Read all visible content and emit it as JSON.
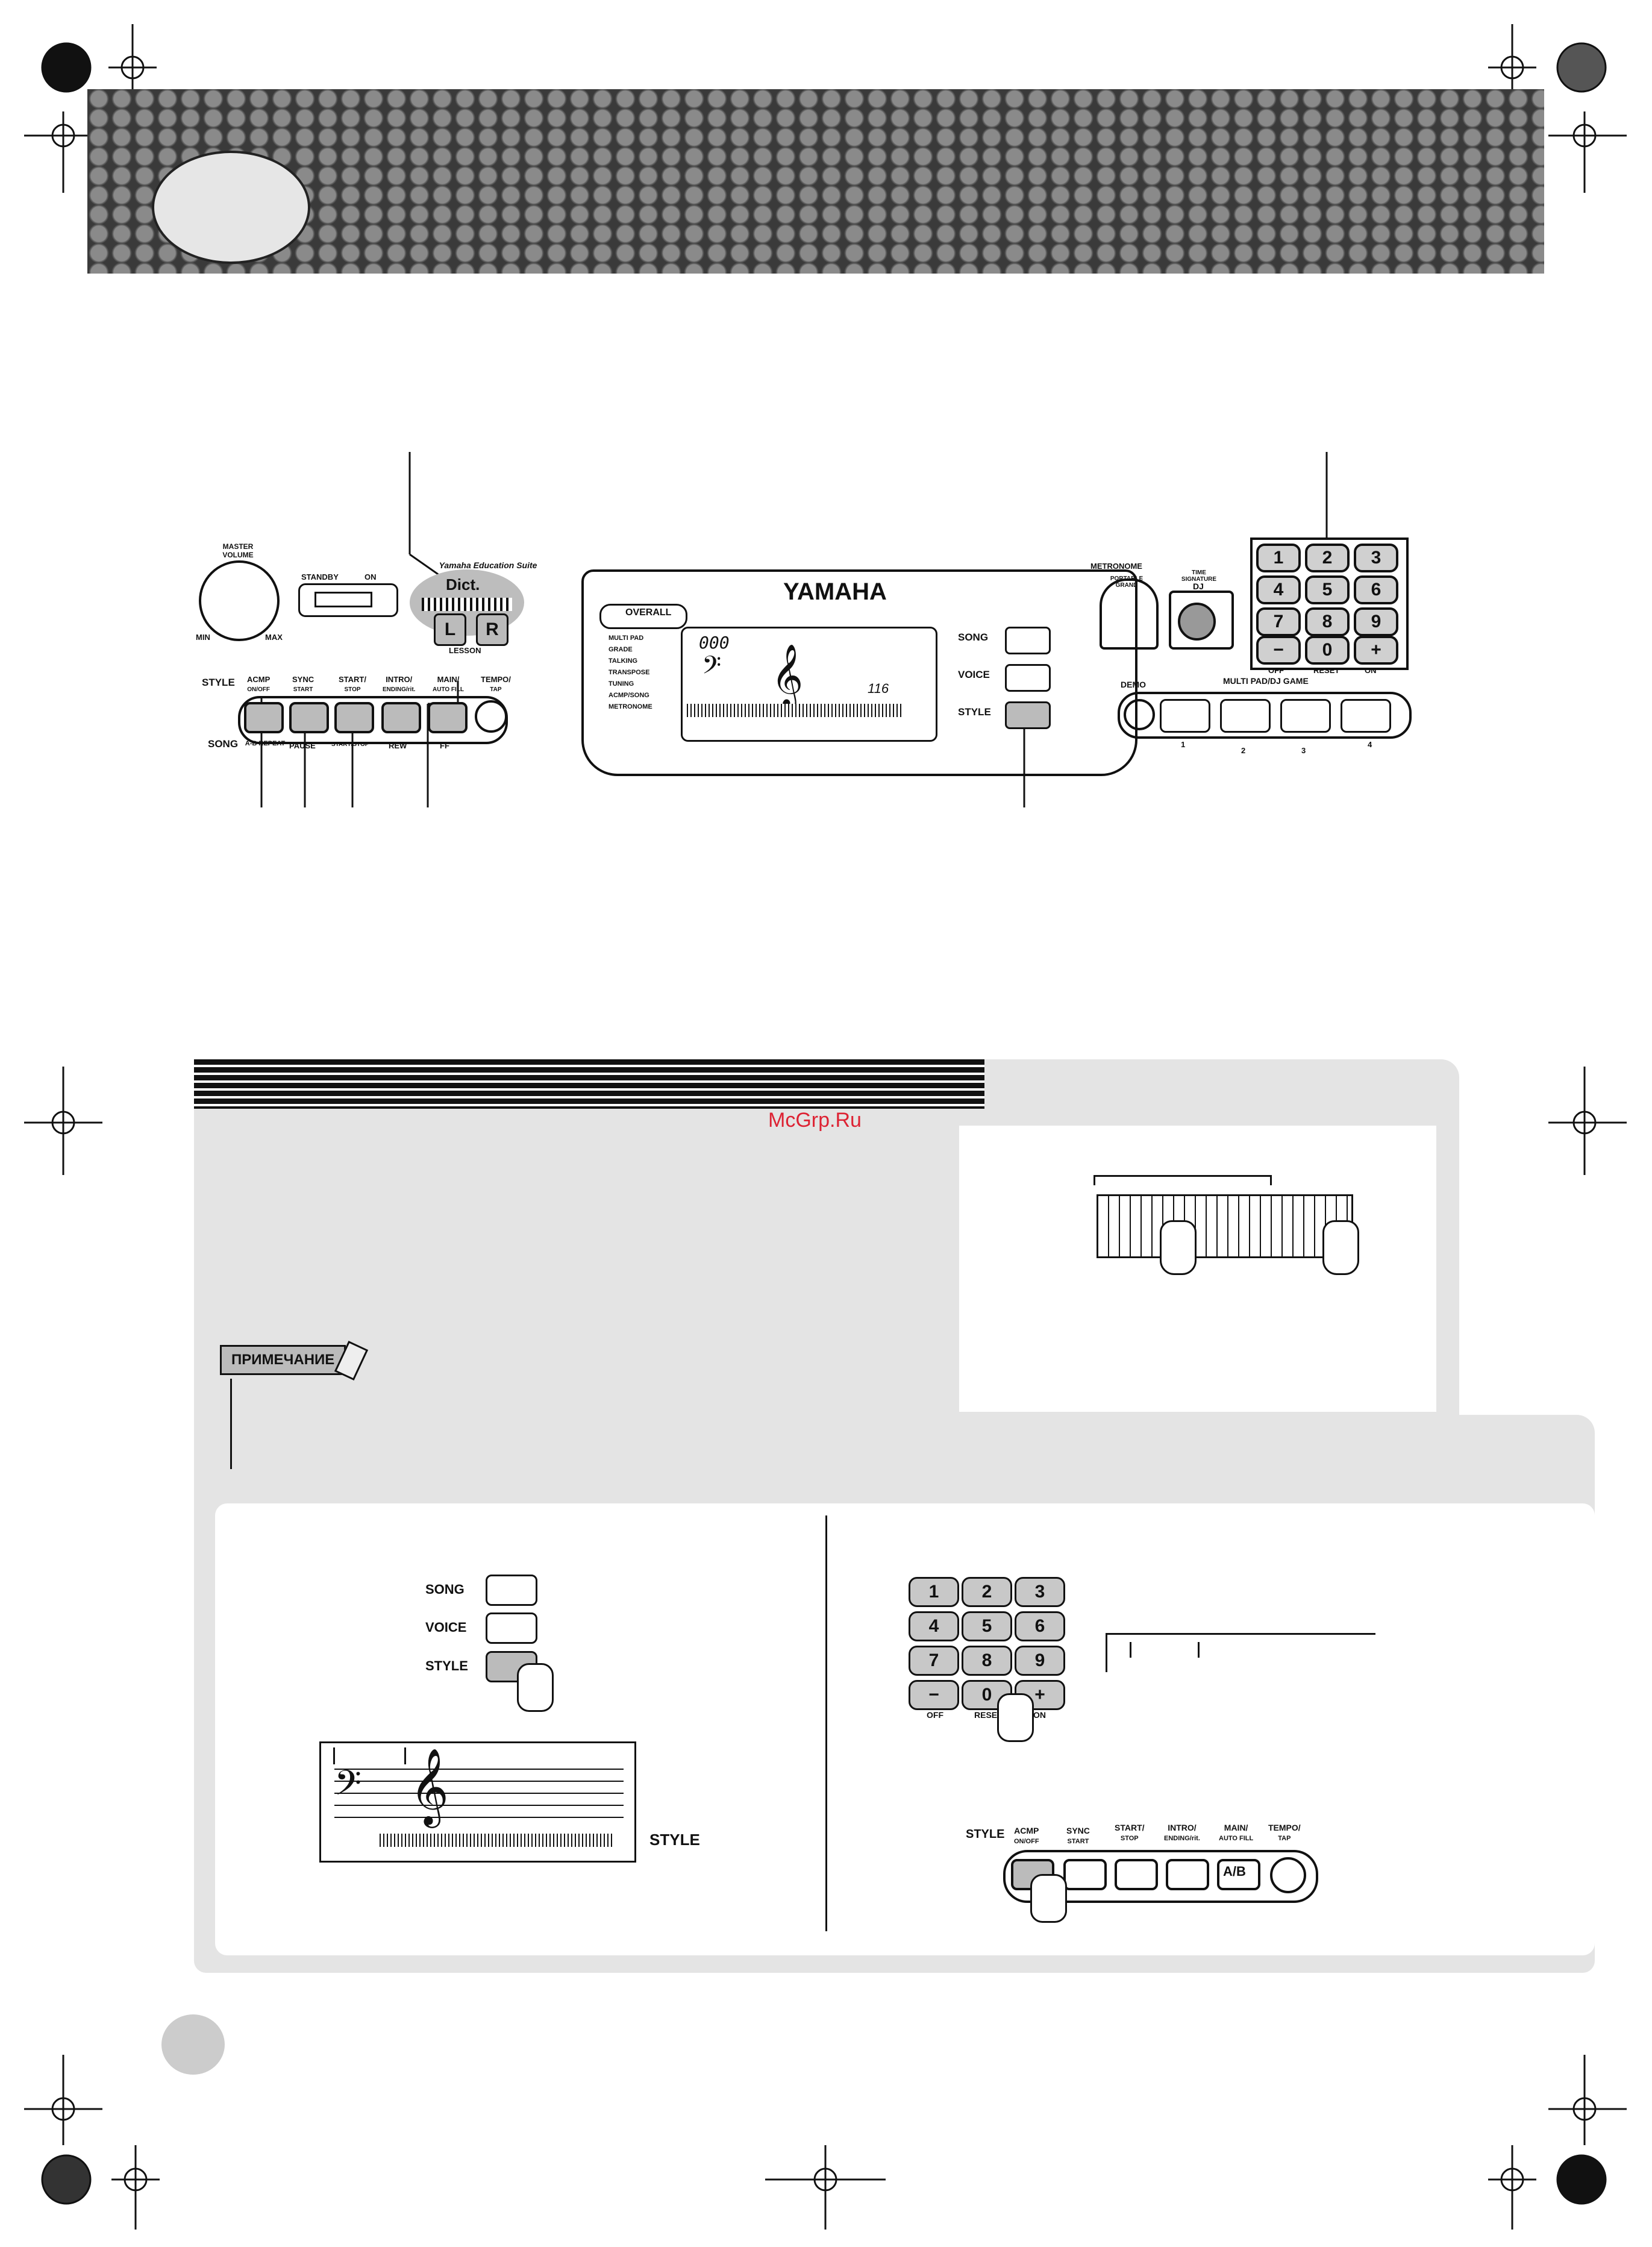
{
  "header": {
    "stripe_label": ""
  },
  "panel": {
    "master_volume": "MASTER VOLUME",
    "vol_min": "MIN",
    "vol_max": "MAX",
    "standby": "STANDBY",
    "on": "ON",
    "education_suite": "Yamaha Education Suite",
    "dict": "Dict.",
    "lesson_l": "L",
    "lesson_r": "R",
    "lesson": "LESSON",
    "style_label": "STYLE",
    "song_label": "SONG",
    "acmp": "ACMP",
    "acmp_sub": "ON/OFF",
    "sync": "SYNC",
    "sync_sub": "START",
    "startstop": "START/",
    "startstop_sub": "STOP",
    "intro": "INTRO/",
    "intro_sub": "ENDING/rit.",
    "main": "MAIN/",
    "main_sub": "AUTO FILL",
    "tempo": "TEMPO/",
    "tempo_sub": "TAP",
    "ab_repeat": "A-B REPEAT",
    "pause": "PAUSE",
    "start_stop2": "START/STOP",
    "rew": "REW",
    "ff": "FF",
    "brand": "YAMAHA",
    "overall": "OVERALL",
    "menu": [
      "MULTI PAD",
      "GRADE",
      "TALKING",
      "TRANSPOSE",
      "TUNING",
      "ACMP/SONG",
      "METRONOME"
    ],
    "lcd_num": "000",
    "lcd_tempo": "116",
    "song_btn": "SONG",
    "voice_btn": "VOICE",
    "style_btn": "STYLE",
    "metronome": "METRONOME",
    "portable_grand": "PORTABLE GRAND",
    "time_signature": "TIME SIGNATURE",
    "dj": "DJ",
    "keypad": [
      "1",
      "2",
      "3",
      "4",
      "5",
      "6",
      "7",
      "8",
      "9",
      "−",
      "0",
      "+"
    ],
    "off": "OFF",
    "reset": "RESET",
    "on2": "ON",
    "demo": "DEMO",
    "multipad": "MULTI PAD/DJ GAME",
    "pads": [
      "1",
      "2",
      "3",
      "4"
    ]
  },
  "section": {
    "watermark": "McGrp.Ru",
    "note_label": "ПРИМЕЧАНИЕ"
  },
  "step_left": {
    "song": "SONG",
    "voice": "VOICE",
    "style": "STYLE",
    "lcd_style": "STYLE"
  },
  "step_right": {
    "keypad": [
      "1",
      "2",
      "3",
      "4",
      "5",
      "6",
      "7",
      "8",
      "9",
      "−",
      "0",
      "+"
    ],
    "off": "OFF",
    "reset": "RESET",
    "on": "ON",
    "style": "STYLE",
    "acmp": "ACMP",
    "acmp_sub": "ON/OFF",
    "sync": "SYNC",
    "sync_sub": "START",
    "startstop": "START/",
    "startstop_sub": "STOP",
    "intro": "INTRO/",
    "intro_sub": "ENDING/rit.",
    "main": "MAIN/",
    "main_sub": "AUTO FILL",
    "tempo": "TEMPO/",
    "tempo_sub": "TAP",
    "ab": "A/B"
  },
  "colors": {
    "stripe": "#3a3a3a",
    "panel_bg": "#e4e4e4",
    "button": "#c8c8c8"
  }
}
